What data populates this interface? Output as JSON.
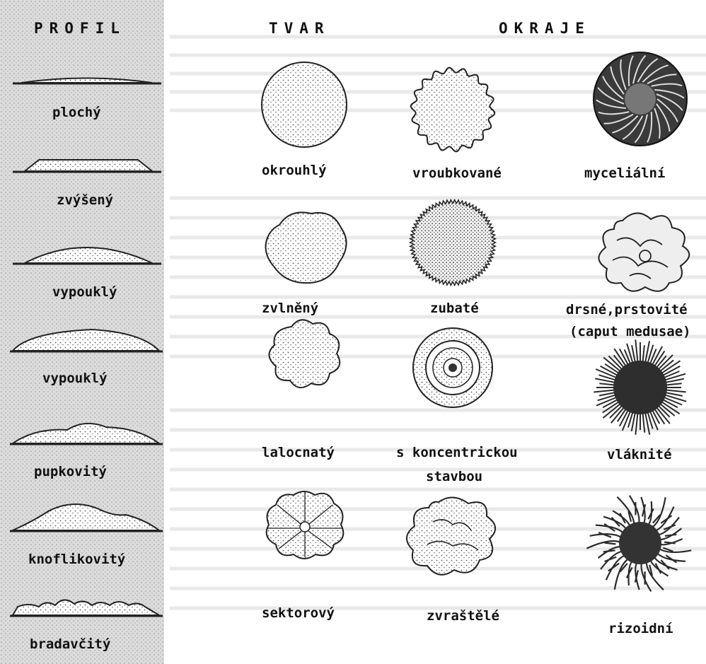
{
  "headers": {
    "profile": "PROFIL",
    "shape": "TVAR",
    "edges": "OKRAJE"
  },
  "profiles": [
    {
      "label": "plochý"
    },
    {
      "label": "zvýšený"
    },
    {
      "label": "vypouklý"
    },
    {
      "label": "vypouklý"
    },
    {
      "label": "pupkovitý"
    },
    {
      "label": "knoflikovitý"
    },
    {
      "label": "bradavčitý"
    }
  ],
  "shapes": [
    {
      "label": "okrouhlý"
    },
    {
      "label": "zvlněný"
    },
    {
      "label": "lalocnatý"
    },
    {
      "label": "sektorový"
    }
  ],
  "edges_col1": [
    {
      "label": "vroubkované"
    },
    {
      "label": "zubaté"
    },
    {
      "label": "s koncentrickou",
      "label2": "stavbou"
    },
    {
      "label": "zvraštělé"
    }
  ],
  "edges_col2": [
    {
      "label": "myceliální"
    },
    {
      "label": "drsné,prstovité",
      "label2": "(caput medusae)"
    },
    {
      "label": "vláknité"
    },
    {
      "label": "rizoidní"
    }
  ]
}
